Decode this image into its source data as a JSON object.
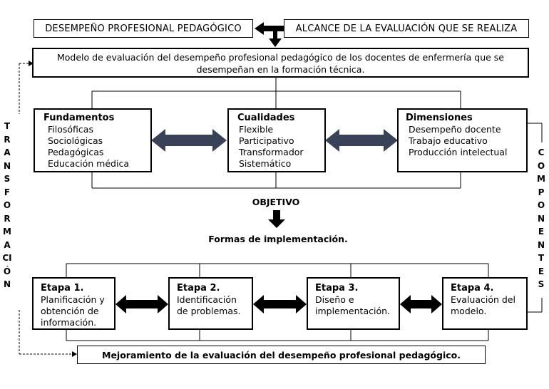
{
  "top": {
    "left": "DESEMPEÑO PROFESIONAL PEDAGÓGICO",
    "right": "ALCANCE DE LA EVALUACIÓN QUE SE REALIZA"
  },
  "model": "Modelo de evaluación del desempeño profesional pedagógico de los docentes de enfermería que se desempeñan en la formación técnica.",
  "groups": [
    {
      "title": "Fundamentos",
      "items": [
        "Filosóficas",
        "Sociológicas",
        "Pedagógicas",
        "Educación médica"
      ]
    },
    {
      "title": "Cualidades",
      "items": [
        "Flexible",
        "Participativo",
        "Transformador",
        "Sistemático"
      ]
    },
    {
      "title": "Dimensiones",
      "items": [
        "Desempeño docente",
        "Trabajo educativo",
        "Producción intelectual"
      ]
    }
  ],
  "objetivo": "OBJETIVO",
  "formas": "Formas de implementación.",
  "stages": [
    {
      "title": "Etapa 1.",
      "text": [
        "Planificación y",
        "obtención de",
        "información."
      ]
    },
    {
      "title": "Etapa 2.",
      "text": [
        "Identificación",
        "de problemas."
      ]
    },
    {
      "title": "Etapa 3.",
      "text": [
        "Diseño e",
        "implementación."
      ]
    },
    {
      "title": "Etapa 4.",
      "text": [
        "Evaluación del",
        "modelo."
      ]
    }
  ],
  "final": "Mejoramiento de la evaluación del desempeño profesional pedagógico.",
  "side_left": "TRANSFORMACIÓN",
  "side_right": "COMPONENTES",
  "colors": {
    "arrow_fill": "#3a4257",
    "black": "#000000"
  }
}
